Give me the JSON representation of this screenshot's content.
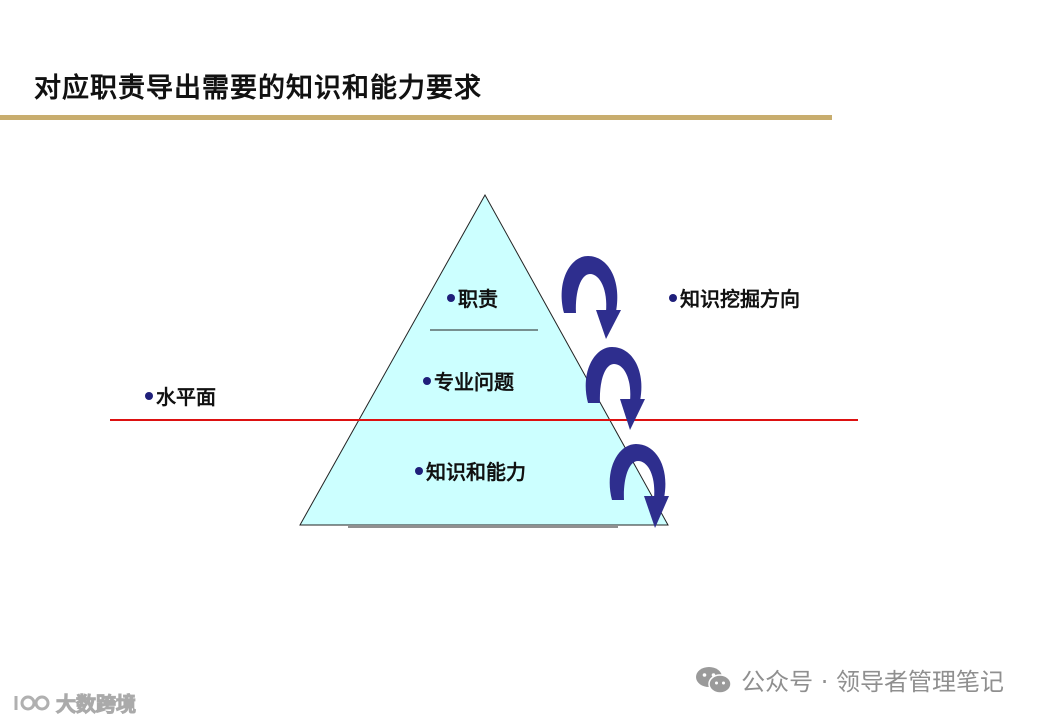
{
  "title": "对应职责导出需要的知识和能力要求",
  "pyramid": {
    "levels": [
      {
        "label": "职责"
      },
      {
        "label": "专业问题"
      },
      {
        "label": "知识和能力"
      }
    ]
  },
  "labels": {
    "waterline": "水平面",
    "direction": "知识挖掘方向"
  },
  "colors": {
    "pyramid_fill": "#ccffff",
    "waterline": "#dd1111",
    "arrow": "#2e2e8e",
    "title_rule": "#c8ad6e",
    "bullet": "#1f1f7a"
  },
  "watermarks": {
    "footer": "公众号 · 领导者管理笔记",
    "footer_icon": "wechat-icon",
    "corner": "大数跨境",
    "corner_icon": "logo-mark"
  }
}
